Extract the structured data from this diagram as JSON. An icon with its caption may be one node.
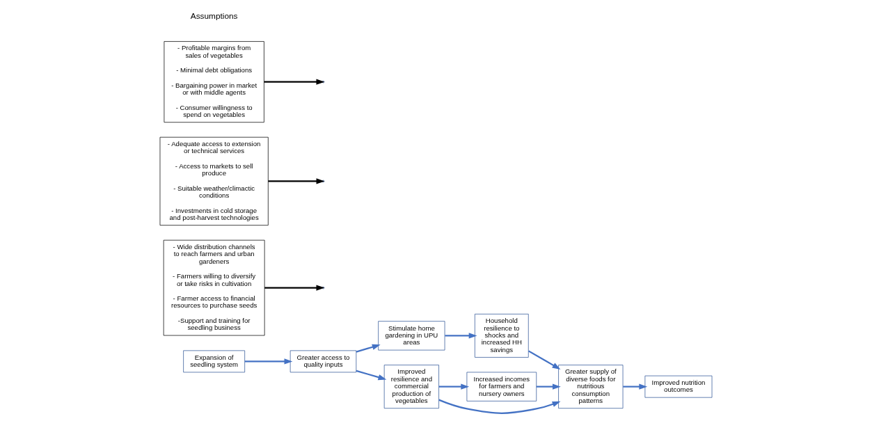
{
  "diagram": {
    "nodes": [
      {
        "text": [
          "Expansion of seedling system"
        ]
      },
      {
        "text": [
          "Greater access to quality inputs"
        ]
      },
      {
        "text": [
          "Stimulate home gardening in UPU areas"
        ]
      },
      {
        "text": [
          "Improved resilience and commercial production of vegetables"
        ]
      },
      {
        "text": [
          "Household resilience to shocks and increased HH savings"
        ]
      },
      {
        "text": [
          "Increased incomes for farmers and nursery owners"
        ]
      },
      {
        "text": [
          "Greater supply of diverse foods for nutritious consumption patterns"
        ]
      },
      {
        "text": [
          "Improved nutrition outcomes"
        ]
      },
      {
        "text": [
          "- Wide distribution channels to reach farmers and urban gardeners",
          "- Farmers willing to diversify or take risks in cultivation",
          "- Farmer access to financial resources to purchase seeds",
          "-Support and training for seedling business"
        ]
      },
      {
        "text": [
          "- Adequate access to extension or technical services",
          "- Access to markets to sell produce",
          "- Suitable weather/climactic conditions",
          "- Investments in cold storage and post-harvest technologies"
        ]
      },
      {
        "text": [
          "- Profitable margins from sales of vegetables",
          "- Minimal debt obligations",
          "- Bargaining power in market or with middle agents",
          "- Consumer willingness to spend on vegetables"
        ]
      }
    ],
    "edges": [
      {
        "from": 0,
        "to": 1,
        "arrow": "to"
      },
      {
        "from": 1,
        "to": 2,
        "arrow": "to"
      },
      {
        "from": 1,
        "to": 3,
        "arrow": "to"
      },
      {
        "from": 2,
        "to": 4,
        "arrow": "to"
      },
      {
        "from": 3,
        "to": 5,
        "arrow": "to"
      },
      {
        "from": 4,
        "to": 6,
        "arrow": "to"
      },
      {
        "from": 5,
        "to": 6,
        "arrow": "to"
      },
      {
        "from": 3,
        "to": 6,
        "arrow": "to"
      },
      {
        "from": 6,
        "to": 7,
        "arrow": "to"
      },
      {
        "from": 8,
        "to": null,
        "arrow": "to",
        "color": "#000000"
      },
      {
        "from": 9,
        "to": null,
        "arrow": "to",
        "color": "#000000"
      },
      {
        "from": 10,
        "to": null,
        "arrow": "to",
        "color": "#000000"
      }
    ],
    "labels": [
      "Assumptions"
    ]
  }
}
